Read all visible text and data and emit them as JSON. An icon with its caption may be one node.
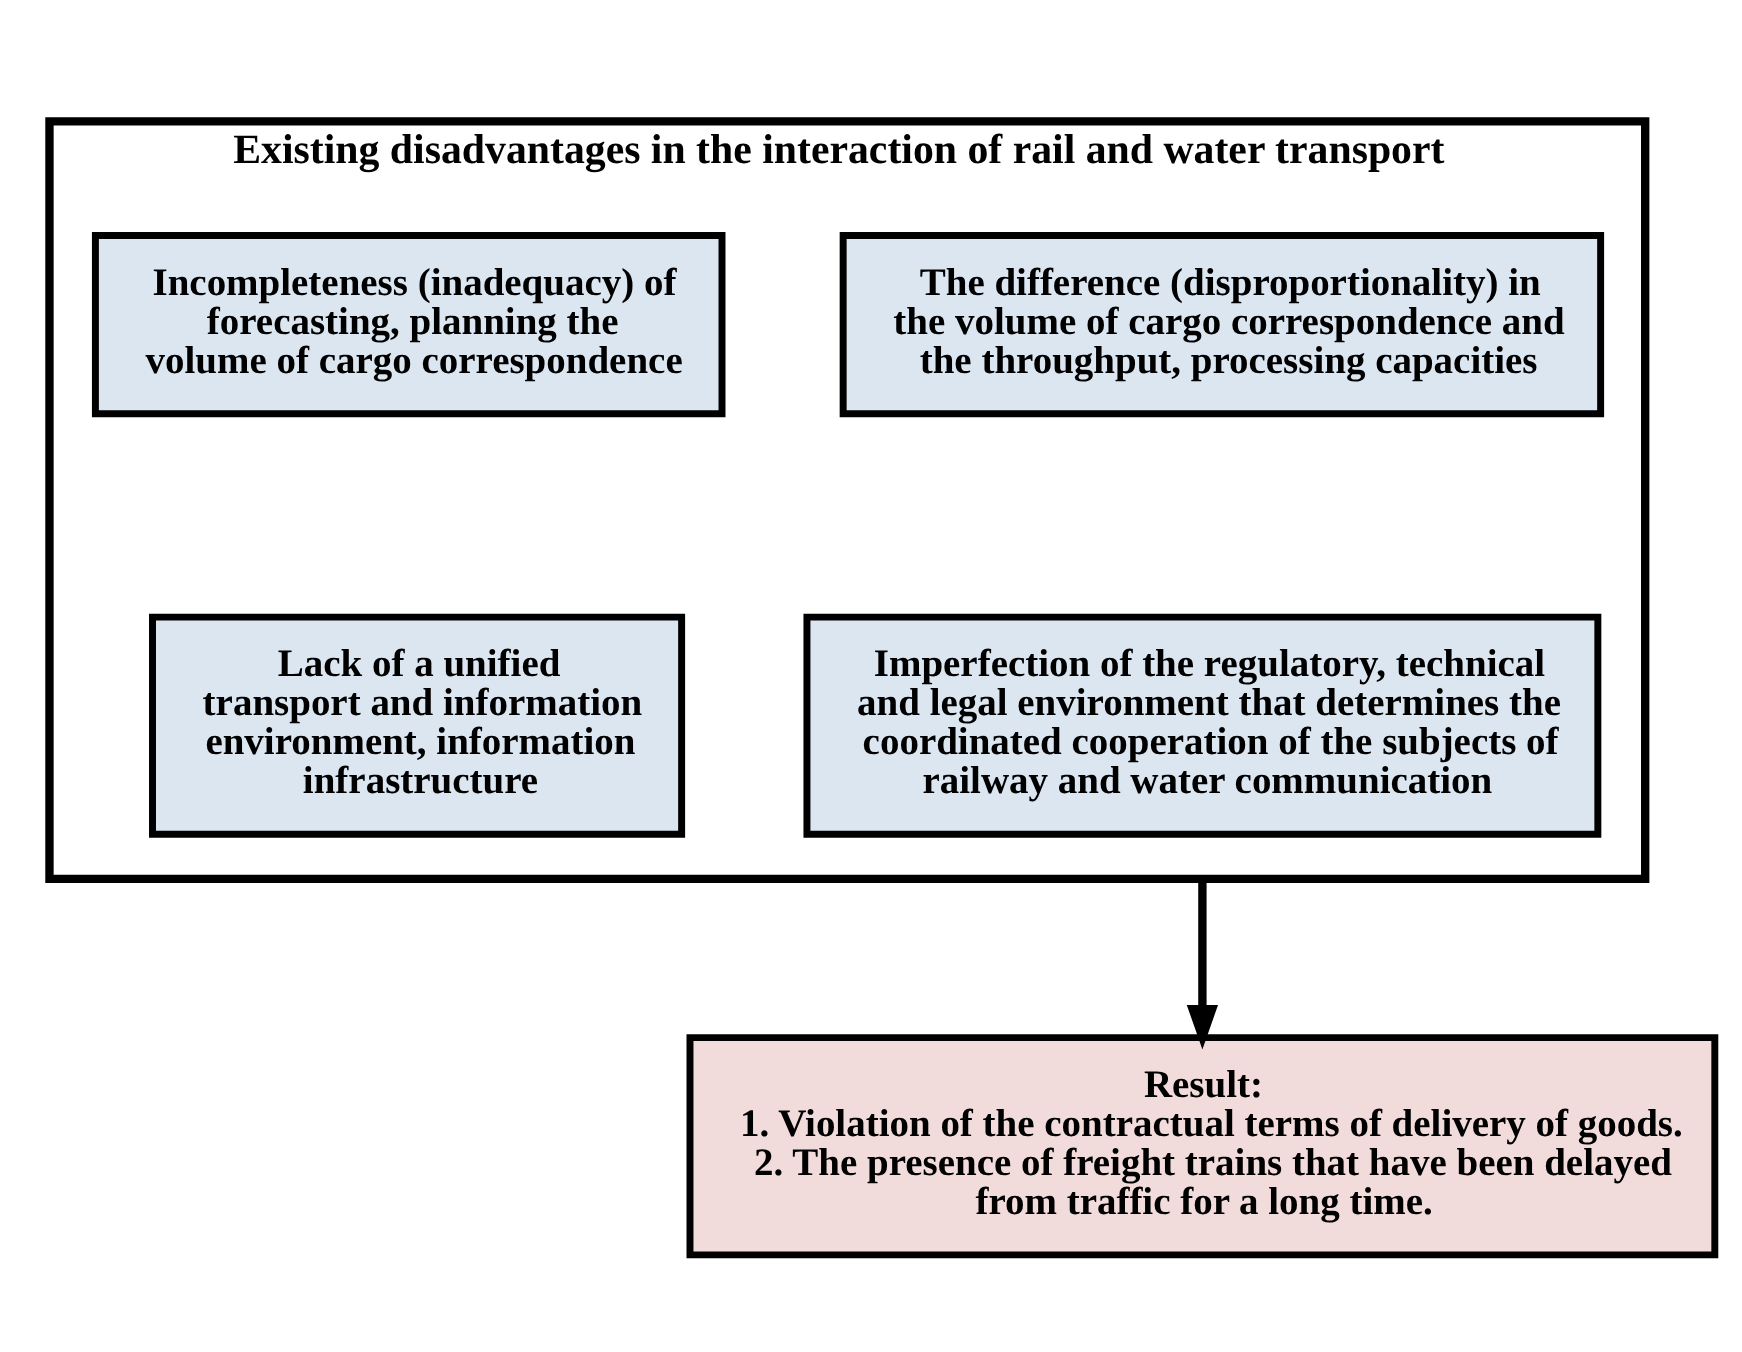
{
  "diagram": {
    "nodes": [
      {
        "text": [
          "Existing disadvantages in the interaction of rail and water transport"
        ]
      },
      {
        "text": [
          "Incompleteness (inadequacy) of forecasting, planning the volume of cargo correspondence"
        ],
        "in": 0
      },
      {
        "text": [
          "The difference (disproportionality) in the volume of cargo correspondence and the throughput, processing capacities"
        ],
        "in": 0
      },
      {
        "text": [
          "Lack of a unified transport and information environment, information infrastructure"
        ],
        "in": 0
      },
      {
        "text": [
          "Imperfection of the regulatory, technical and legal environment that determines the coordinated cooperation of the subjects of railway and water communication"
        ],
        "in": 0
      },
      {
        "text": [
          "Result:",
          "1. Violation of the contractual terms of delivery of goods.",
          "2. The presence of freight trains that have been delayed from traffic for a long time."
        ]
      }
    ],
    "edges": [
      {
        "from": 0,
        "to": 5,
        "arrow": "to"
      }
    ]
  }
}
